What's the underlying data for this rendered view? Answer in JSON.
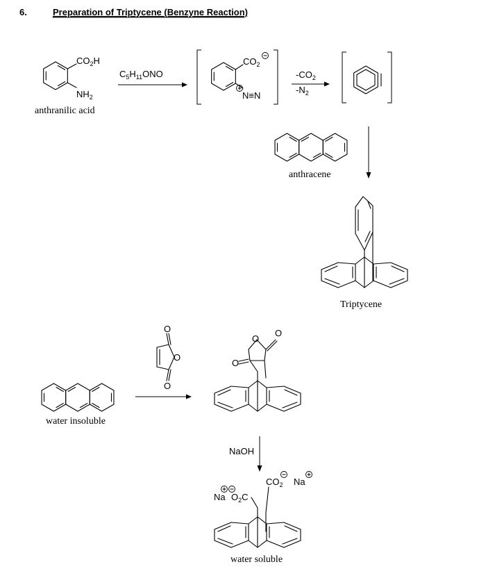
{
  "header": {
    "number": "6.",
    "title": "Preparation of Triptycene (Benzyne Reaction)"
  },
  "step1": {
    "substituent_top": "CO",
    "substituent_top_sub": "2",
    "substituent_top_end": "H",
    "substituent_bottom": "NH",
    "substituent_bottom_sub": "2",
    "name": "anthranilic acid",
    "reagent_parts": [
      "C",
      "5",
      "H",
      "11",
      "ONO"
    ]
  },
  "intermediate": {
    "carboxylate": "CO",
    "carboxylate_sub": "2",
    "diazonium": "N≡N",
    "charge_minus": "−",
    "charge_plus": "+"
  },
  "loss": {
    "line1_a": "-CO",
    "line1_sub": "2",
    "line2_a": "-N",
    "line2_sub": "2"
  },
  "anthracene_label": "anthracene",
  "triptycene_label": "Triptycene",
  "adduct_section": {
    "oxygen_label": "O",
    "water_insoluble": "water insoluble"
  },
  "hydrolysis": {
    "reagent": "NaOH",
    "carboxylate_right": "CO",
    "carboxylate_right_sub": "2",
    "sodium": "Na",
    "carboxylate_left_prefix": "O",
    "carboxylate_left_sub": "2",
    "carboxylate_left_end": "C",
    "water_soluble": "water soluble"
  }
}
